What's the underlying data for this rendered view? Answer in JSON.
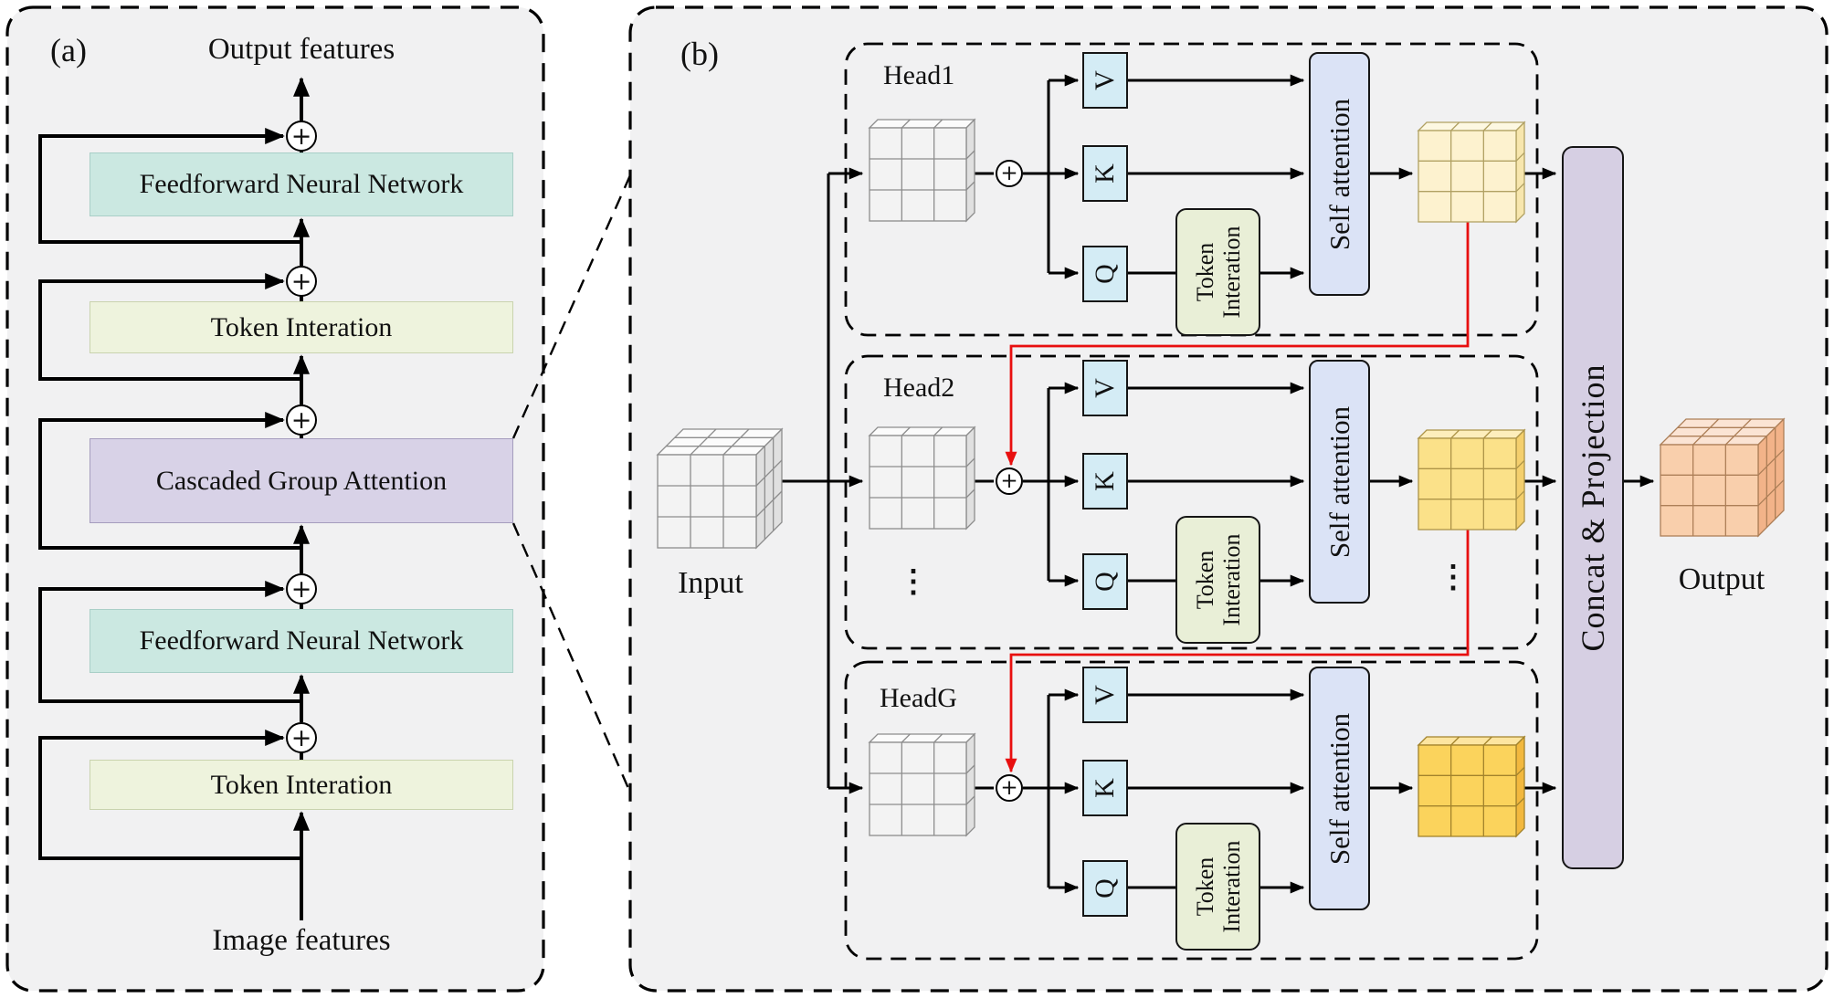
{
  "symbols": {
    "plus": "+",
    "vdots": "⋮"
  },
  "colors": {
    "panel_fill": "#f1f1f2",
    "panel_border": "#000000",
    "line_black": "#000000",
    "line_red": "#e80f0f",
    "ffn_fill": "#cbe8e1",
    "ffn_border": "#a9cfc7",
    "ti_a_fill": "#eef3dd",
    "ti_a_border": "#c9d3ae",
    "cga_fill": "#d8d2e7",
    "cga_border": "#a59dbe",
    "vkq_fill": "#d4ecf5",
    "ti_b_fill": "#e9efd7",
    "sa_fill": "#dbe3f6",
    "bar_fill": "#d6cfe3",
    "cubes": {
      "gray": {
        "front": "#f3f3f3",
        "top": "#fbfbfb",
        "side": "#e0e0e0",
        "stroke": "#8d8d8d"
      },
      "head1": {
        "front": "#fdf2cf",
        "top": "#fdf8e2",
        "side": "#f7e6ad",
        "stroke": "#b1a163"
      },
      "head2": {
        "front": "#fbe189",
        "top": "#fdeebc",
        "side": "#f4cf6d",
        "stroke": "#ad9448"
      },
      "headg": {
        "front": "#fbd35c",
        "top": "#fde5a0",
        "side": "#f2b83e",
        "stroke": "#a2832c"
      },
      "output": {
        "front": "#f9cfac",
        "top": "#fbe4d4",
        "side": "#f2b389",
        "stroke": "#ad7f58"
      }
    }
  },
  "panel_a": {
    "tag": "(a)",
    "top_label": "Output features",
    "bottom_label": "Image features",
    "blocks": [
      {
        "label": "Feedforward Neural Network"
      },
      {
        "label": "Token Interation"
      },
      {
        "label": "Cascaded Group Attention"
      },
      {
        "label": "Feedforward Neural Network"
      },
      {
        "label": "Token Interation"
      }
    ]
  },
  "panel_b": {
    "tag": "(b)",
    "input_label": "Input",
    "output_label": "Output",
    "heads": [
      {
        "label": "Head1"
      },
      {
        "label": "Head2"
      },
      {
        "label": "HeadG"
      }
    ],
    "v": "V",
    "k": "K",
    "q": "Q",
    "token_interaction": [
      "Token",
      "Interation"
    ],
    "self_attention": "Self attention",
    "concat": "Concat & Projection"
  }
}
